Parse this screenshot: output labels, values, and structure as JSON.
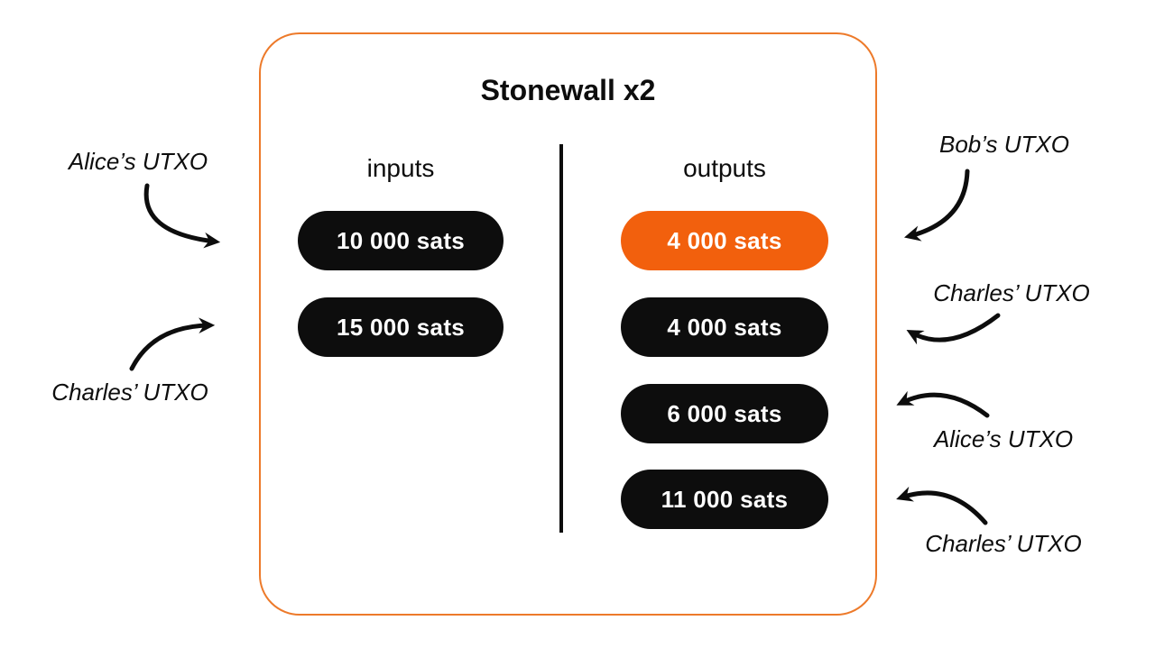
{
  "diagram": {
    "title": "Stonewall x2",
    "inputs_label": "inputs",
    "outputs_label": "outputs",
    "inputs": [
      {
        "amount": "10 000 sats",
        "style": "black",
        "annotation": "Alice’s UTXO"
      },
      {
        "amount": "15 000 sats",
        "style": "black",
        "annotation": "Charles’ UTXO"
      }
    ],
    "outputs": [
      {
        "amount": "4 000 sats",
        "style": "orange",
        "annotation": "Bob’s UTXO"
      },
      {
        "amount": "4 000 sats",
        "style": "black",
        "annotation": "Charles’ UTXO"
      },
      {
        "amount": "6 000 sats",
        "style": "black",
        "annotation": "Alice’s UTXO"
      },
      {
        "amount": "11 000 sats",
        "style": "black",
        "annotation": "Charles’ UTXO"
      }
    ]
  },
  "theme": {
    "accent_orange": "#f2600d",
    "border_orange": "#ed7a2a",
    "ink": "#0d0d0d",
    "text_white": "#ffffff",
    "bg": "#ffffff"
  }
}
